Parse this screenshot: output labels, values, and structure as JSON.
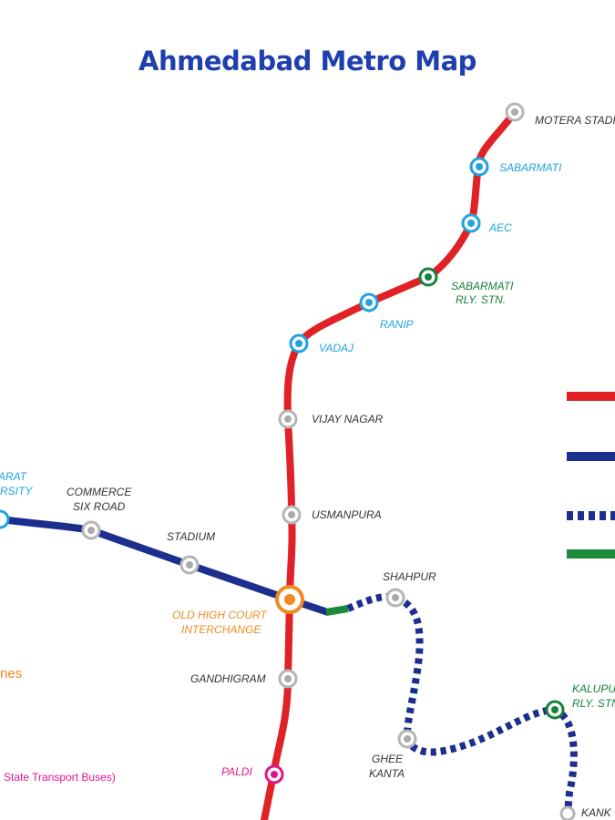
{
  "title": "Ahmedabad Metro Map",
  "colors": {
    "red_line": "#e02226",
    "blue_line": "#1c2f8f",
    "green_line": "#1a8a3a",
    "interchange": "#f28a1e",
    "rail": "#17813a",
    "bus": "#e0148c",
    "metro": "#1ea3e0",
    "station": "#333333"
  },
  "stations": {
    "motera": "MOTERA STADI",
    "sabarmati": "SABARMATI",
    "aec": "AEC",
    "sabarmati_rly_1": "SABARMATI",
    "sabarmati_rly_2": "RLY. STN.",
    "ranip": "RANIP",
    "vadaj": "VADAJ",
    "vijay_nagar": "VIJAY NAGAR",
    "usmanpura": "USMANPURA",
    "old_high_court_1": "OLD HIGH COURT",
    "old_high_court_2": "INTERCHANGE",
    "gandhigram": "GANDHIGRAM",
    "paldi": "PALDI",
    "shahpur": "SHAHPUR",
    "ghee_kanta_1": "GHEE",
    "ghee_kanta_2": "KANTA",
    "kalupur_1": "KALUPU",
    "kalupur_2": "RLY. STN",
    "kankaria": "KANK",
    "gujarat_univ_1": "ARAT",
    "gujarat_univ_2": "ERSITY",
    "commerce_1": "COMMERCE",
    "commerce_2": "SIX ROAD",
    "stadium": "STADIUM"
  },
  "legend": {
    "interchange_fragment": "nes",
    "bus_fragment": "State Transport Buses)"
  }
}
